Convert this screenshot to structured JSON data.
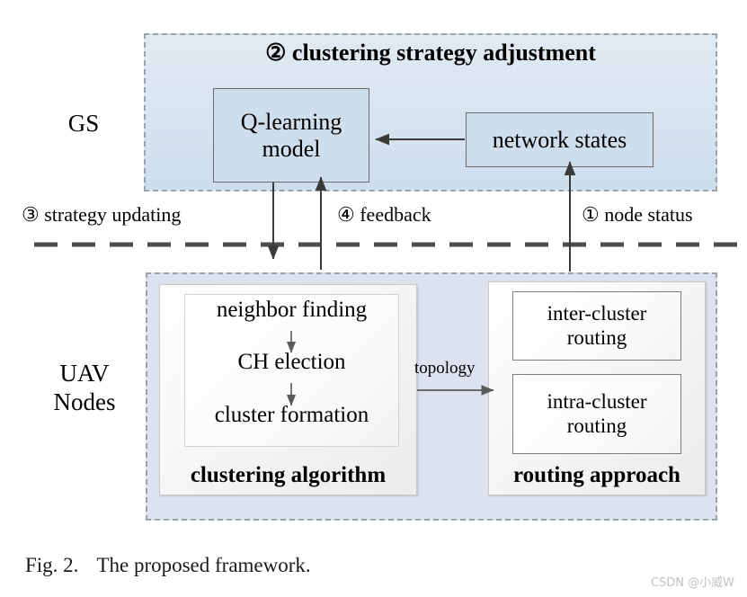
{
  "figure": {
    "caption_label": "Fig. 2.",
    "caption_text": "The proposed framework.",
    "watermark": "CSDN @小威W"
  },
  "colors": {
    "gs_region_fill_top": "#e2eaf2",
    "gs_region_fill_bottom": "#cddeed",
    "uav_region_fill": "#dde2ef",
    "region_border": "#9aa4ad",
    "node_box_fill": "#cfdeec",
    "node_box_border": "#6b6b6b",
    "panel_fill": "#f3f3f3",
    "arrow_stroke": "#3a3a3a",
    "divider_stroke": "#4d4d4d",
    "watermark_color": "#c2c2c2"
  },
  "gs": {
    "side_label": "GS",
    "title": "② clustering strategy adjustment",
    "boxes": [
      {
        "id": "qlearning",
        "label": "Q-learning\nmodel"
      },
      {
        "id": "network-states",
        "label": "network states"
      }
    ]
  },
  "flows": {
    "strategy_updating": "③ strategy updating",
    "feedback": "④ feedback",
    "node_status": "① node status",
    "topology": "topology"
  },
  "uav": {
    "side_label": "UAV\nNodes",
    "clustering": {
      "caption": "clustering algorithm",
      "stages": [
        "neighbor finding",
        "CH election",
        "cluster formation"
      ]
    },
    "routing": {
      "caption": "routing approach",
      "boxes": [
        "inter-cluster\nrouting",
        "intra-cluster\nrouting"
      ]
    }
  }
}
